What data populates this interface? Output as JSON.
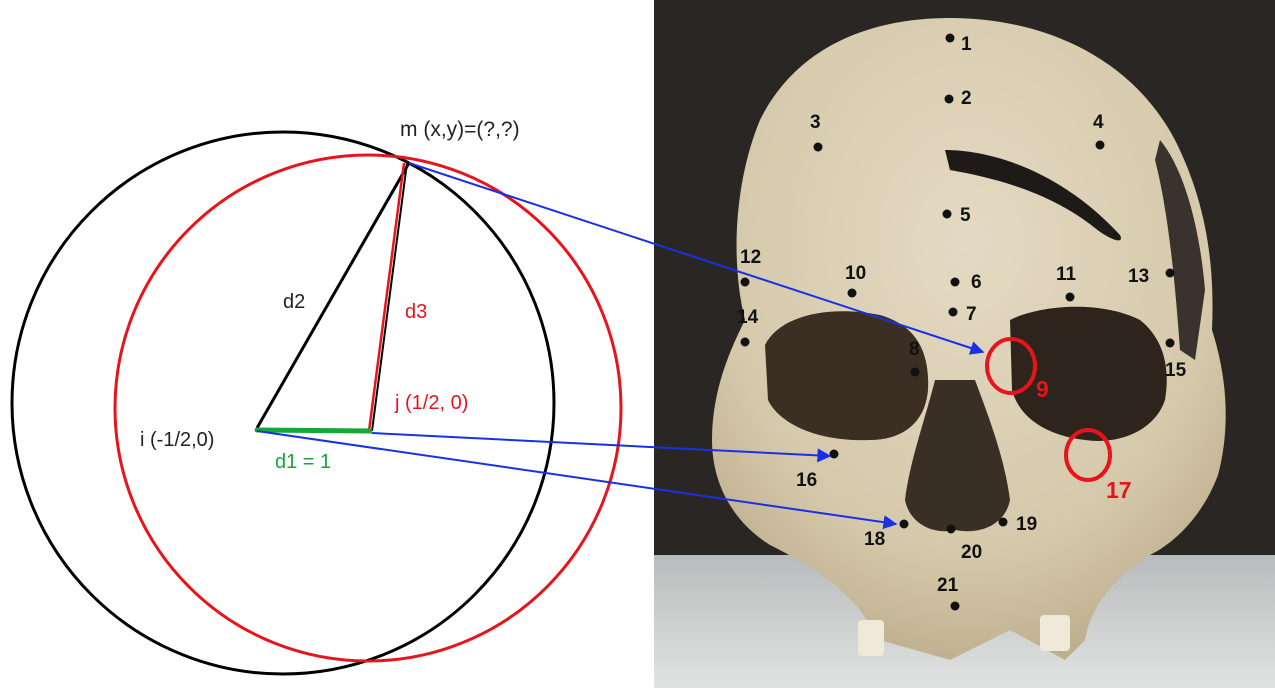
{
  "diagram": {
    "point_m_label": "m (x,y)=(?,?)",
    "d2_label": "d2",
    "d3_label": "d3",
    "point_j_label": "j (1/2, 0)",
    "point_i_label": "i (-1/2,0)",
    "d1_label": "d1 = 1"
  },
  "landmarks": {
    "black": [
      "1",
      "2",
      "3",
      "4",
      "5",
      "6",
      "7",
      "8",
      "10",
      "11",
      "12",
      "13",
      "14",
      "15",
      "16",
      "18",
      "19",
      "20",
      "21"
    ],
    "red": [
      "9",
      "17"
    ]
  },
  "colors": {
    "circle_i": "#000000",
    "circle_j": "#e8141b",
    "segment_d1": "#17a63a",
    "arrows": "#1830e6",
    "red_label": "#e8141b",
    "bone": "#d8cdb4",
    "background_photo": "#2a2623"
  }
}
